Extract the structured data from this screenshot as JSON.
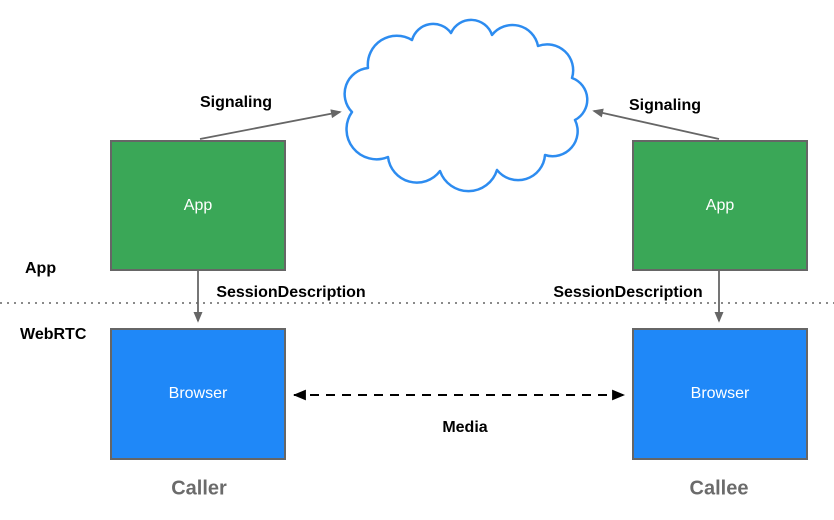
{
  "colors": {
    "app_box_bg": "#3aa757",
    "browser_box_bg": "#1f88f8",
    "box_border": "#666666",
    "box_text": "#ffffff",
    "cloud_stroke": "#2d8cf0",
    "arrow_gray": "#666666",
    "arrow_black": "#000000",
    "divider_dots": "#8a8a8a",
    "label_black": "#000000",
    "caption_gray": "#6b6b6b"
  },
  "nodes": {
    "caller_app": {
      "label": "App"
    },
    "callee_app": {
      "label": "App"
    },
    "caller_browser": {
      "label": "Browser"
    },
    "callee_browser": {
      "label": "Browser"
    }
  },
  "edges": {
    "caller_signaling": {
      "label": "Signaling"
    },
    "callee_signaling": {
      "label": "Signaling"
    },
    "caller_session_description": {
      "label": "SessionDescription"
    },
    "callee_session_description": {
      "label": "SessionDescription"
    },
    "media": {
      "label": "Media"
    }
  },
  "layers": {
    "app": "App",
    "webrtc": "WebRTC"
  },
  "captions": {
    "caller": "Caller",
    "callee": "Callee"
  }
}
